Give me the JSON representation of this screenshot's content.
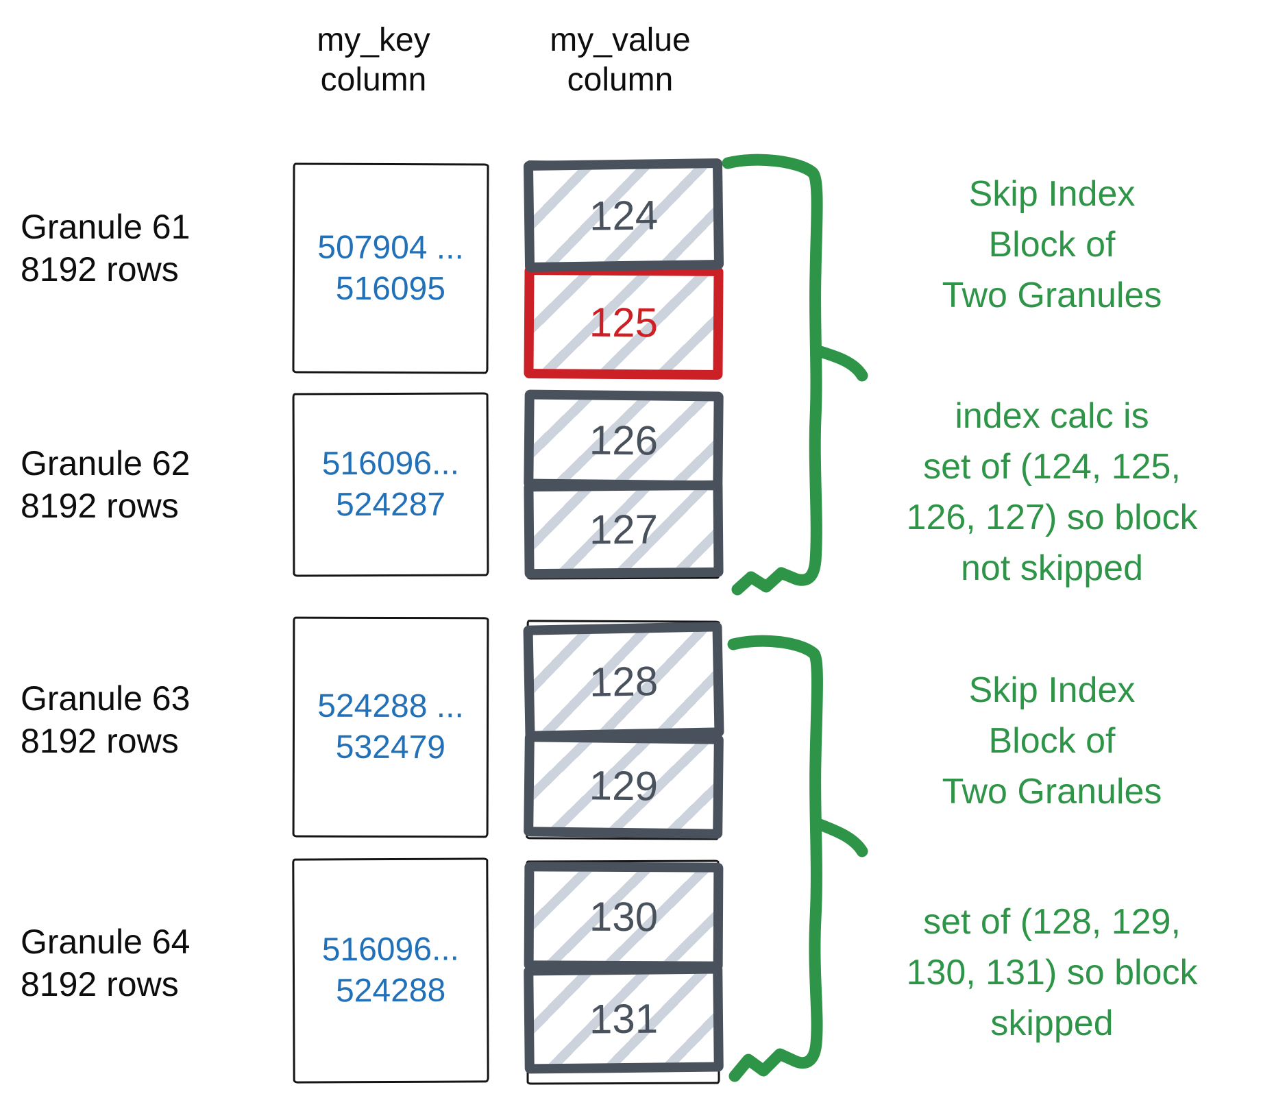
{
  "headers": {
    "key": "my_key\ncolumn",
    "value": "my_value\ncolumn"
  },
  "granules": [
    {
      "label": "Granule 61\n8192 rows",
      "key_range": "507904 ...\n516095",
      "blocks": [
        {
          "value": "124",
          "highlighted": false
        },
        {
          "value": "125",
          "highlighted": true
        }
      ]
    },
    {
      "label": "Granule 62\n8192 rows",
      "key_range": "516096...\n524287",
      "blocks": [
        {
          "value": "126",
          "highlighted": false
        },
        {
          "value": "127",
          "highlighted": false
        }
      ]
    },
    {
      "label": "Granule 63\n8192 rows",
      "key_range": "524288 ...\n532479",
      "blocks": [
        {
          "value": "128",
          "highlighted": false
        },
        {
          "value": "129",
          "highlighted": false
        }
      ]
    },
    {
      "label": "Granule 64\n8192 rows",
      "key_range": "516096...\n524288",
      "blocks": [
        {
          "value": "130",
          "highlighted": false
        },
        {
          "value": "131",
          "highlighted": false
        }
      ]
    }
  ],
  "annotations": [
    {
      "text": "Skip Index\nBlock of\nTwo Granules"
    },
    {
      "text": "index calc is\nset of (124, 125,\n126, 127) so block\nnot skipped"
    },
    {
      "text": "Skip Index\nBlock of\nTwo Granules"
    },
    {
      "text": "set of (128, 129,\n130, 131) so block\nskipped"
    }
  ],
  "colors": {
    "green": "#2e9447",
    "blue": "#2271b8",
    "red": "#cc2027",
    "slate": "#49525c",
    "hatch": "#ccd3dd",
    "ink": "#151515"
  }
}
